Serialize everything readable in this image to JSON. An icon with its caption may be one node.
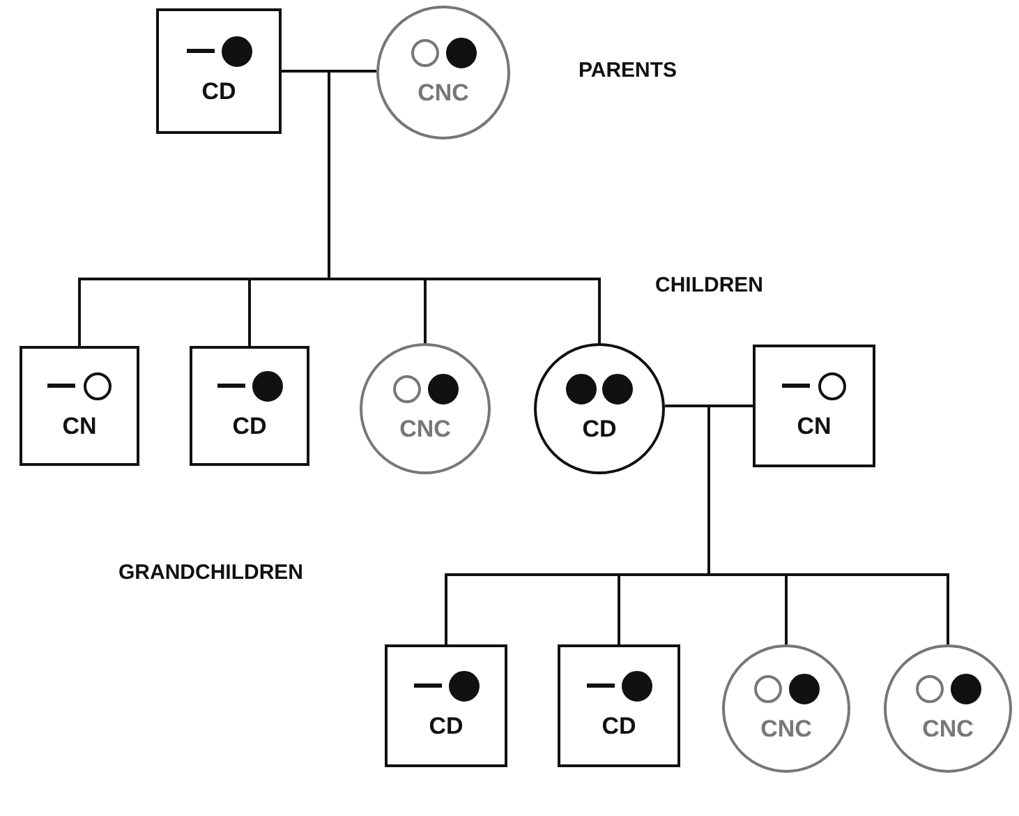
{
  "diagram": {
    "nodes": [
      {
        "text": [
          "CD"
        ]
      },
      {
        "text": [
          "CNC"
        ]
      },
      {
        "text": [
          "CN"
        ]
      },
      {
        "text": [
          "CD"
        ]
      },
      {
        "text": [
          "CNC"
        ]
      },
      {
        "text": [
          "CD"
        ]
      },
      {
        "text": [
          "CN"
        ]
      },
      {
        "text": [
          "CD"
        ]
      },
      {
        "text": [
          "CD"
        ]
      },
      {
        "text": [
          "CNC"
        ]
      },
      {
        "text": [
          "CNC"
        ]
      }
    ],
    "edges": [
      {
        "from": 0,
        "to": 1,
        "arrow": "none"
      },
      {
        "from": 0,
        "to": 2,
        "arrow": "none"
      },
      {
        "from": 0,
        "to": 3,
        "arrow": "none"
      },
      {
        "from": 0,
        "to": 4,
        "arrow": "none"
      },
      {
        "from": 0,
        "to": 5,
        "arrow": "none"
      },
      {
        "from": 1,
        "to": 2,
        "arrow": "none"
      },
      {
        "from": 1,
        "to": 3,
        "arrow": "none"
      },
      {
        "from": 1,
        "to": 4,
        "arrow": "none"
      },
      {
        "from": 1,
        "to": 5,
        "arrow": "none"
      },
      {
        "from": 5,
        "to": 6,
        "arrow": "none"
      },
      {
        "from": 5,
        "to": 7,
        "arrow": "none"
      },
      {
        "from": 5,
        "to": 8,
        "arrow": "none"
      },
      {
        "from": 5,
        "to": 9,
        "arrow": "none"
      },
      {
        "from": 5,
        "to": 10,
        "arrow": "none"
      },
      {
        "from": 6,
        "to": 7,
        "arrow": "none"
      },
      {
        "from": 6,
        "to": 8,
        "arrow": "none"
      },
      {
        "from": 6,
        "to": 9,
        "arrow": "none"
      },
      {
        "from": 6,
        "to": 10,
        "arrow": "none"
      }
    ],
    "labels": [
      "PARENTS",
      "CHILDREN",
      "GRANDCHILDREN"
    ]
  }
}
